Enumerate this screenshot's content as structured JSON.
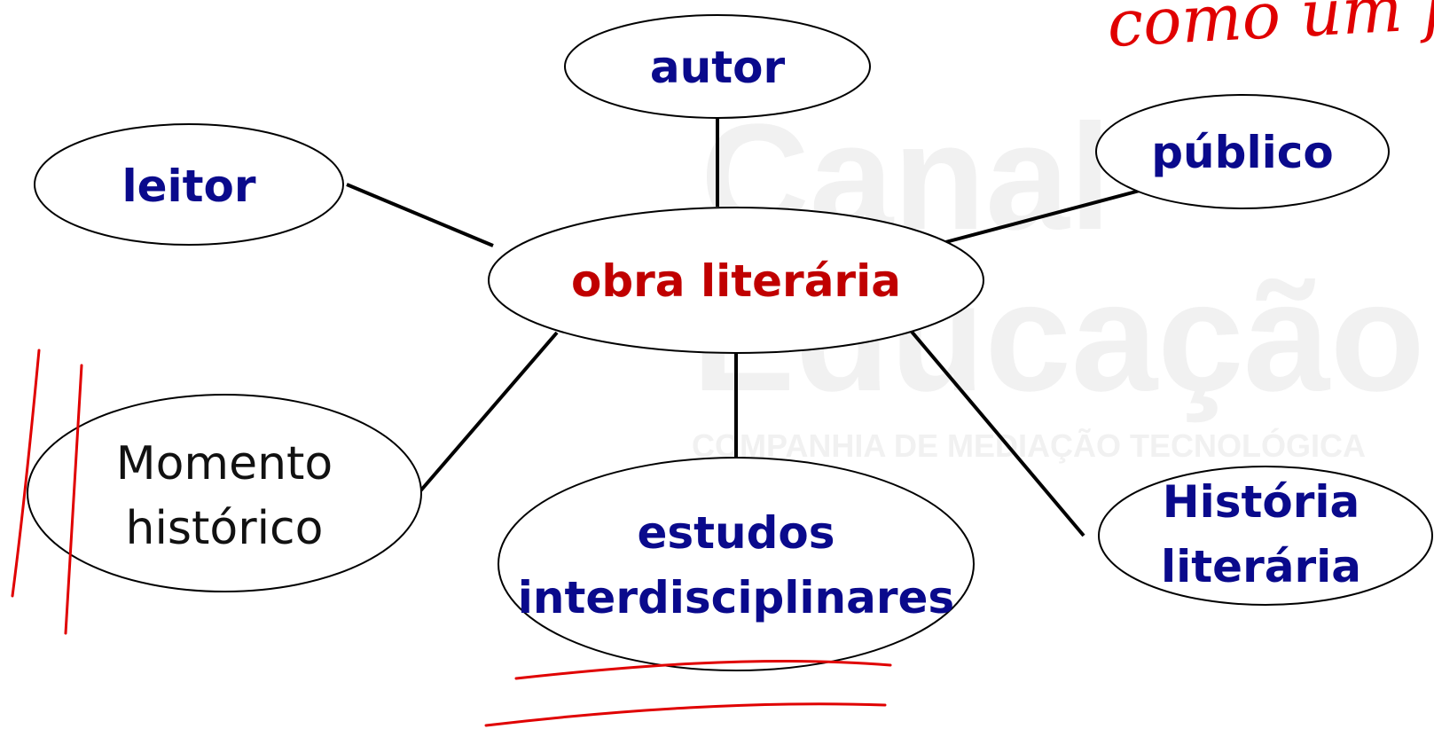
{
  "colors": {
    "background": "#ffffff",
    "outline": "#000000",
    "node_text_blue": "#0a0a8c",
    "center_text_red": "#c00000",
    "plain_text": "#111111",
    "annotation_red": "#e00000",
    "watermark": "#f1f1f1"
  },
  "diagram": {
    "center": {
      "label": "obra literária"
    },
    "nodes": {
      "autor": "autor",
      "publico": "público",
      "leitor": "leitor",
      "momento_line1": "Momento",
      "momento_line2": "histórico",
      "estudos_line1": "estudos",
      "estudos_line2": "interdisciplinares",
      "historia_line1": "História",
      "historia_line2": "literária"
    }
  },
  "annotations": {
    "handwritten_text": "como um fe"
  },
  "watermark": {
    "line1": "Canal",
    "line2": "Educação",
    "line3": "COMPANHIA DE MEDIAÇÃO TECNOLÓGICA"
  }
}
